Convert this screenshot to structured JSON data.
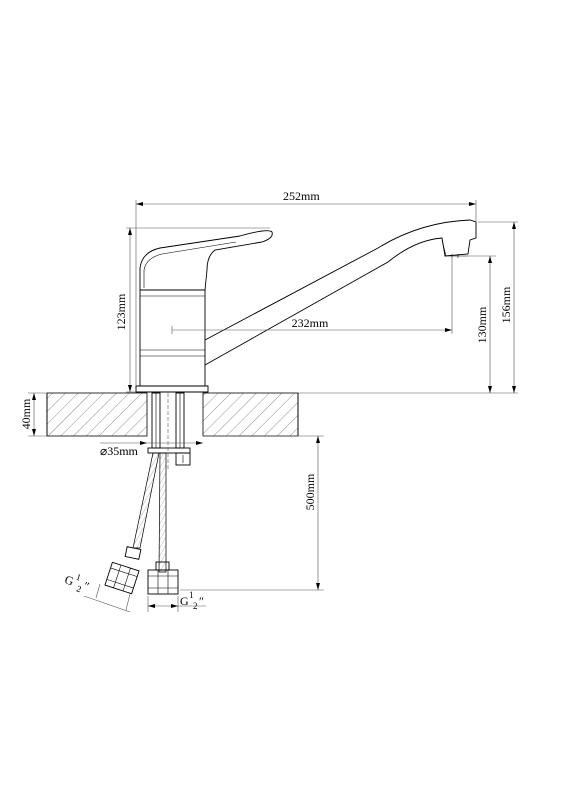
{
  "dimensions": {
    "total_length": "252mm",
    "handle_height": "123mm",
    "spout_reach": "232mm",
    "spout_outlet_height": "130mm",
    "total_height": "156mm",
    "counter_thickness": "40mm",
    "mount_diameter": "⌀35mm",
    "hose_length": "500mm"
  },
  "threads": {
    "left": {
      "main": "G",
      "sup": "1",
      "sub": "2",
      "mark": "″"
    },
    "right": {
      "main": "G",
      "sup": "1",
      "sub": "2",
      "mark": "″"
    }
  }
}
